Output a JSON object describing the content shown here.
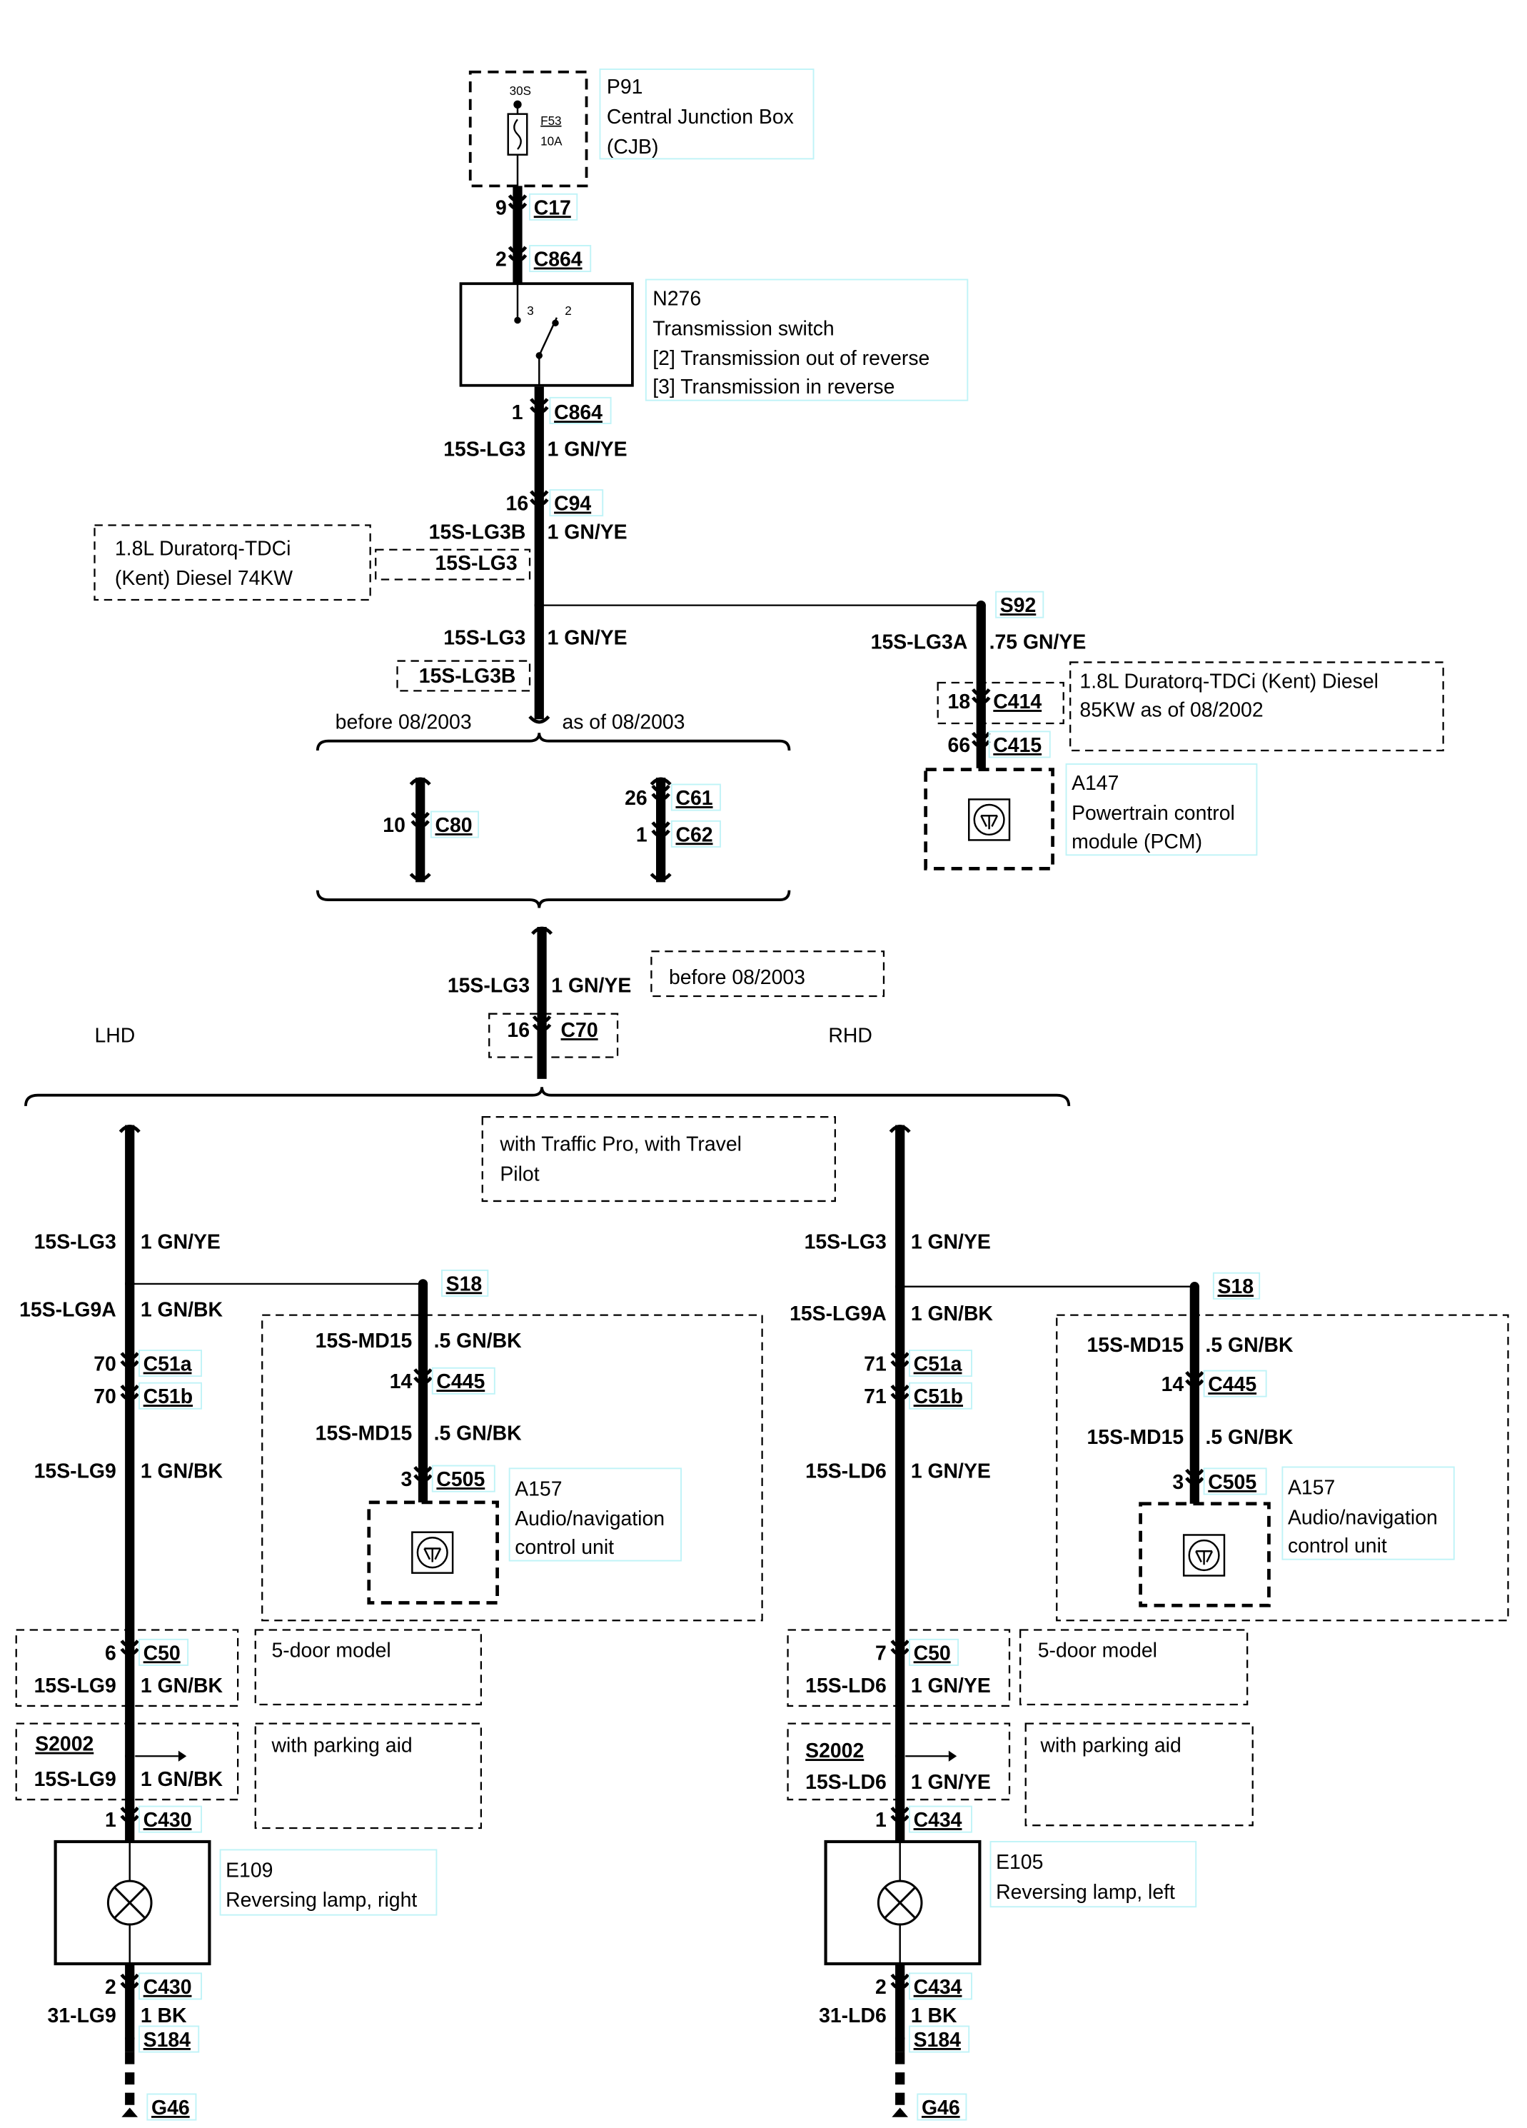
{
  "cjb": {
    "id": "P91",
    "name": "Central Junction Box",
    "abbr": "(CJB)",
    "circuit": "30S",
    "fuse": "F53",
    "rating": "10A"
  },
  "trunk": {
    "c17_pin": "9",
    "c17": "C17",
    "c864_top_pin": "2",
    "c864_top": "C864",
    "c864_bot_pin": "1",
    "c864_bot": "C864",
    "wire1": "15S-LG3",
    "wire1_size": "1 GN/YE",
    "c94_pin": "16",
    "c94": "C94",
    "wire2": "15S-LG3B",
    "wire2_size": "1 GN/YE",
    "wire2_alt": "15S-LG3",
    "wire3": "15S-LG3",
    "wire3_size": "1 GN/YE",
    "wire3_alt": "15S-LG3B",
    "before_label": "before 08/2003",
    "asof_label": "as of 08/2003",
    "c80_pin": "10",
    "c80": "C80",
    "c61_pin": "26",
    "c61": "C61",
    "c62_pin": "1",
    "c62": "C62",
    "wire4": "15S-LG3",
    "wire4_size": "1 GN/YE",
    "c70_note": "before 08/2003",
    "c70_pin": "16",
    "c70": "C70"
  },
  "transmission_switch": {
    "id": "N276",
    "name": "Transmission switch",
    "pos2": "[2] Transmission out of reverse",
    "pos3": "[3] Transmission in reverse",
    "pin3": "3",
    "pin2": "2"
  },
  "engine_note_74": {
    "line1": "1.8L Duratorq-TDCi",
    "line2": "(Kent) Diesel 74KW"
  },
  "pcm_branch": {
    "splice": "S92",
    "wire": "15S-LG3A",
    "wire_size": ".75 GN/YE",
    "c414_pin": "18",
    "c414": "C414",
    "c415_pin": "66",
    "c415": "C415",
    "note_line1": "1.8L Duratorq-TDCi (Kent) Diesel",
    "note_line2": "85KW as of 08/2002",
    "module_id": "A147",
    "module_name1": "Powertrain control",
    "module_name2": "module (PCM)"
  },
  "variants": {
    "lhd": "LHD",
    "rhd": "RHD",
    "nav_note_line1": "with Traffic Pro, with Travel",
    "nav_note_line2": "Pilot"
  },
  "lhd": {
    "wire_top": "15S-LG3",
    "wire_top_size": "1 GN/YE",
    "wire_a": "15S-LG9A",
    "wire_a_size": "1 GN/BK",
    "c51a_pin": "70",
    "c51a": "C51a",
    "c51b_pin": "70",
    "c51b": "C51b",
    "wire_b": "15S-LG9",
    "wire_b_size": "1 GN/BK",
    "splice_nav": "S18",
    "nav_wire1": "15S-MD15",
    "nav_wire1_size": ".5 GN/BK",
    "c445_pin": "14",
    "c445": "C445",
    "nav_wire2": "15S-MD15",
    "nav_wire2_size": ".5 GN/BK",
    "c505_pin": "3",
    "c505": "C505",
    "nav_id": "A157",
    "nav_name1": "Audio/navigation",
    "nav_name2": "control unit",
    "c50_pin": "6",
    "c50": "C50",
    "wire_c": "15S-LG9",
    "wire_c_size": "1 GN/BK",
    "door_note": "5-door model",
    "splice_park": "S2002",
    "wire_d": "15S-LG9",
    "wire_d_size": "1 GN/BK",
    "park_note": "with parking aid",
    "clamp_top_pin": "1",
    "clamp_top": "C430",
    "lamp_id": "E109",
    "lamp_name": "Reversing lamp, right",
    "clamp_bot_pin": "2",
    "clamp_bot": "C430",
    "ground_wire": "31-LG9",
    "ground_size": "1 BK",
    "splice_gnd": "S184",
    "ground": "G46"
  },
  "rhd": {
    "wire_top": "15S-LG3",
    "wire_top_size": "1 GN/YE",
    "wire_a": "15S-LG9A",
    "wire_a_size": "1 GN/BK",
    "c51a_pin": "71",
    "c51a": "C51a",
    "c51b_pin": "71",
    "c51b": "C51b",
    "wire_b": "15S-LD6",
    "wire_b_size": "1 GN/YE",
    "splice_nav": "S18",
    "nav_wire1": "15S-MD15",
    "nav_wire1_size": ".5 GN/BK",
    "c445_pin": "14",
    "c445": "C445",
    "nav_wire2": "15S-MD15",
    "nav_wire2_size": ".5 GN/BK",
    "c505_pin": "3",
    "c505": "C505",
    "nav_id": "A157",
    "nav_name1": "Audio/navigation",
    "nav_name2": "control unit",
    "c50_pin": "7",
    "c50": "C50",
    "wire_c": "15S-LD6",
    "wire_c_size": "1 GN/YE",
    "door_note": "5-door model",
    "splice_park": "S2002",
    "wire_d": "15S-LD6",
    "wire_d_size": "1 GN/YE",
    "park_note": "with parking aid",
    "clamp_top_pin": "1",
    "clamp_top": "C434",
    "lamp_id": "E105",
    "lamp_name": "Reversing lamp, left",
    "clamp_bot_pin": "2",
    "clamp_bot": "C434",
    "ground_wire": "31-LD6",
    "ground_size": "1 BK",
    "splice_gnd": "S184",
    "ground": "G46"
  }
}
